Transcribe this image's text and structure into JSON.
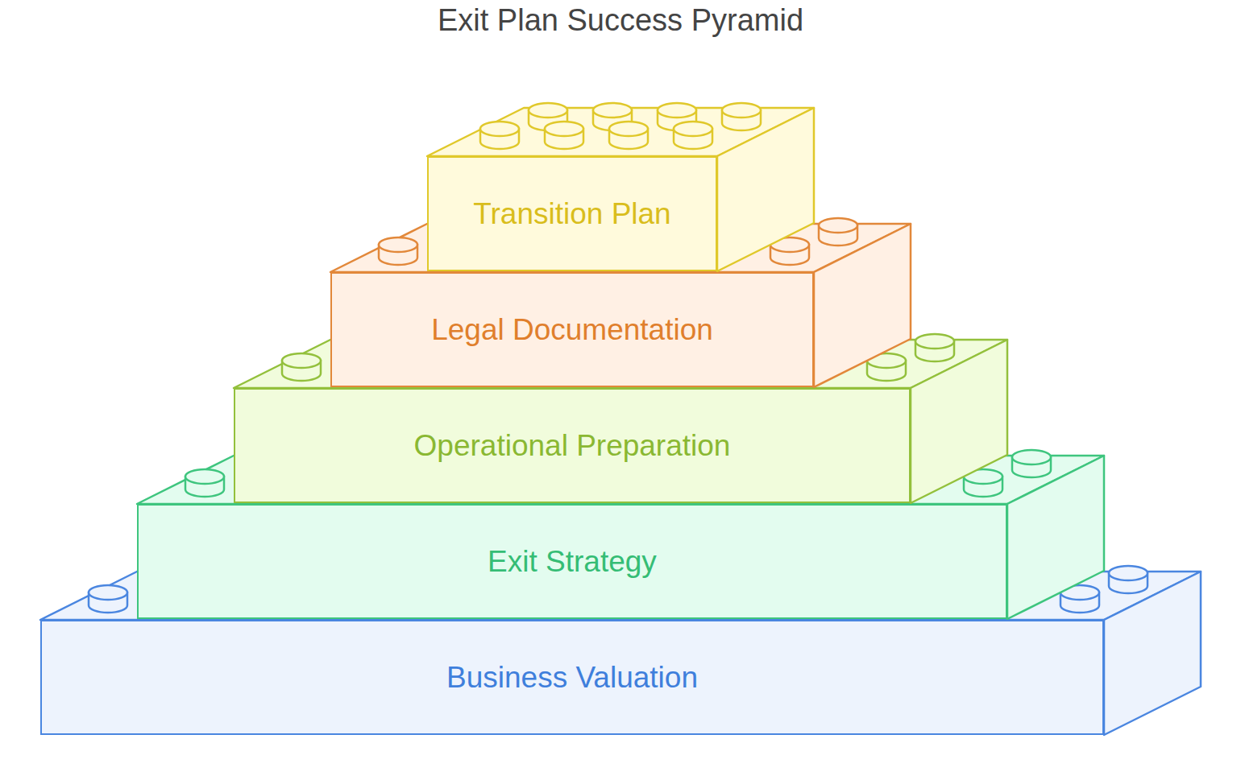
{
  "diagram": {
    "title": "Exit Plan Success Pyramid",
    "nodes": [
      {
        "text": [
          "Transition Plan"
        ]
      },
      {
        "text": [
          "Legal Documentation"
        ]
      },
      {
        "text": [
          "Operational Preparation"
        ]
      },
      {
        "text": [
          "Exit Strategy"
        ]
      },
      {
        "text": [
          "Business Valuation"
        ]
      }
    ]
  }
}
